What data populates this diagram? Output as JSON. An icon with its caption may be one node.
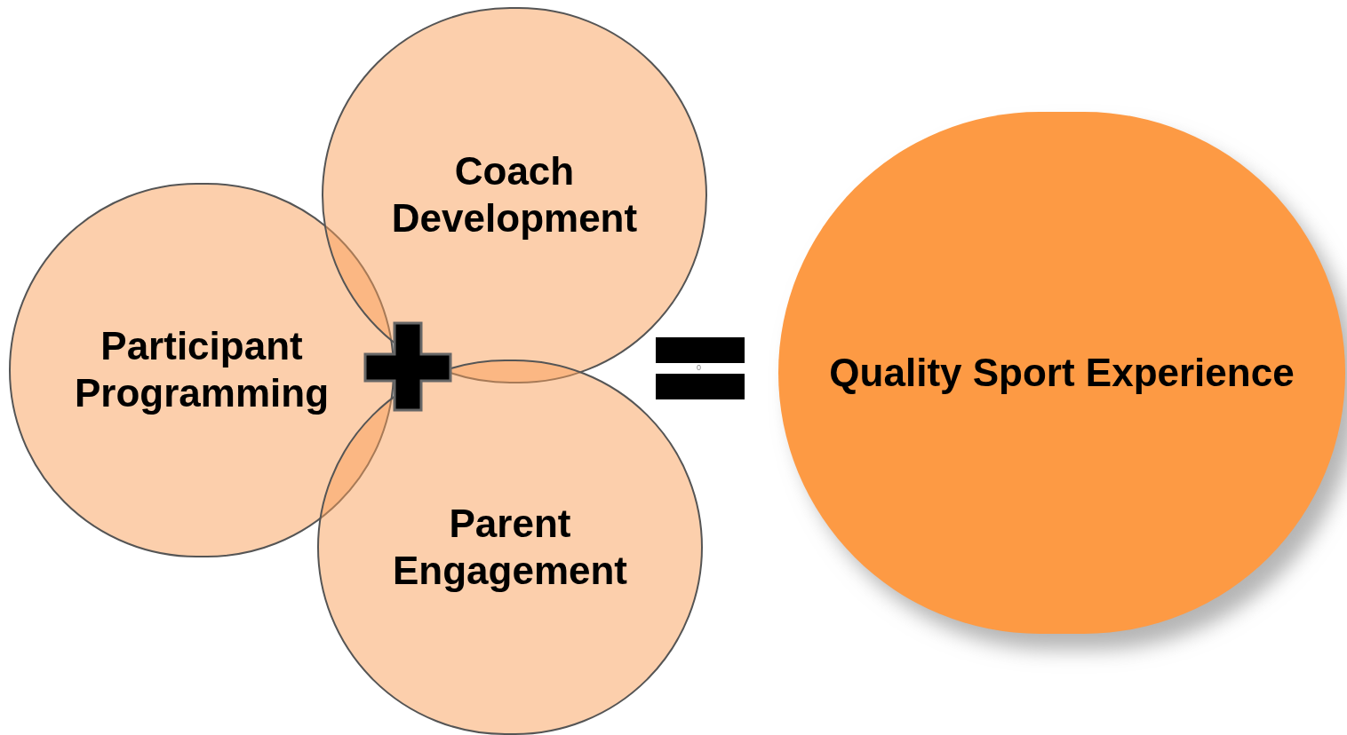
{
  "diagram": {
    "nodes": [
      {
        "text": [
          "Participant Programming"
        ]
      },
      {
        "text": [
          "Coach Development"
        ]
      },
      {
        "text": [
          "Parent Engagement"
        ]
      },
      {
        "text": [
          "Quality Sport Experience"
        ]
      }
    ],
    "labels": [
      "0"
    ]
  }
}
